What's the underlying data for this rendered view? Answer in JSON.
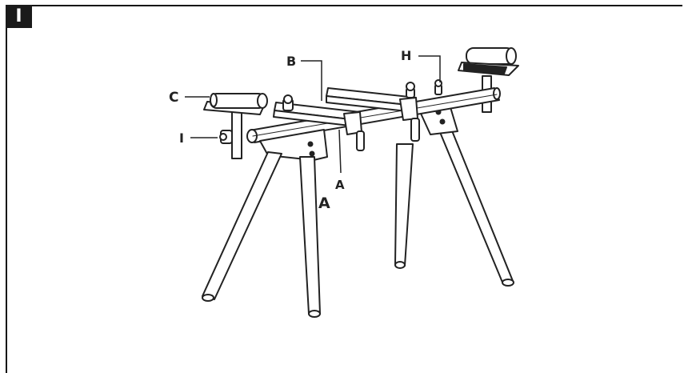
{
  "step": "I",
  "callouts": {
    "a_upper": "A",
    "a_lower": "A",
    "b": "B",
    "c": "C",
    "h": "H",
    "i": "I"
  }
}
